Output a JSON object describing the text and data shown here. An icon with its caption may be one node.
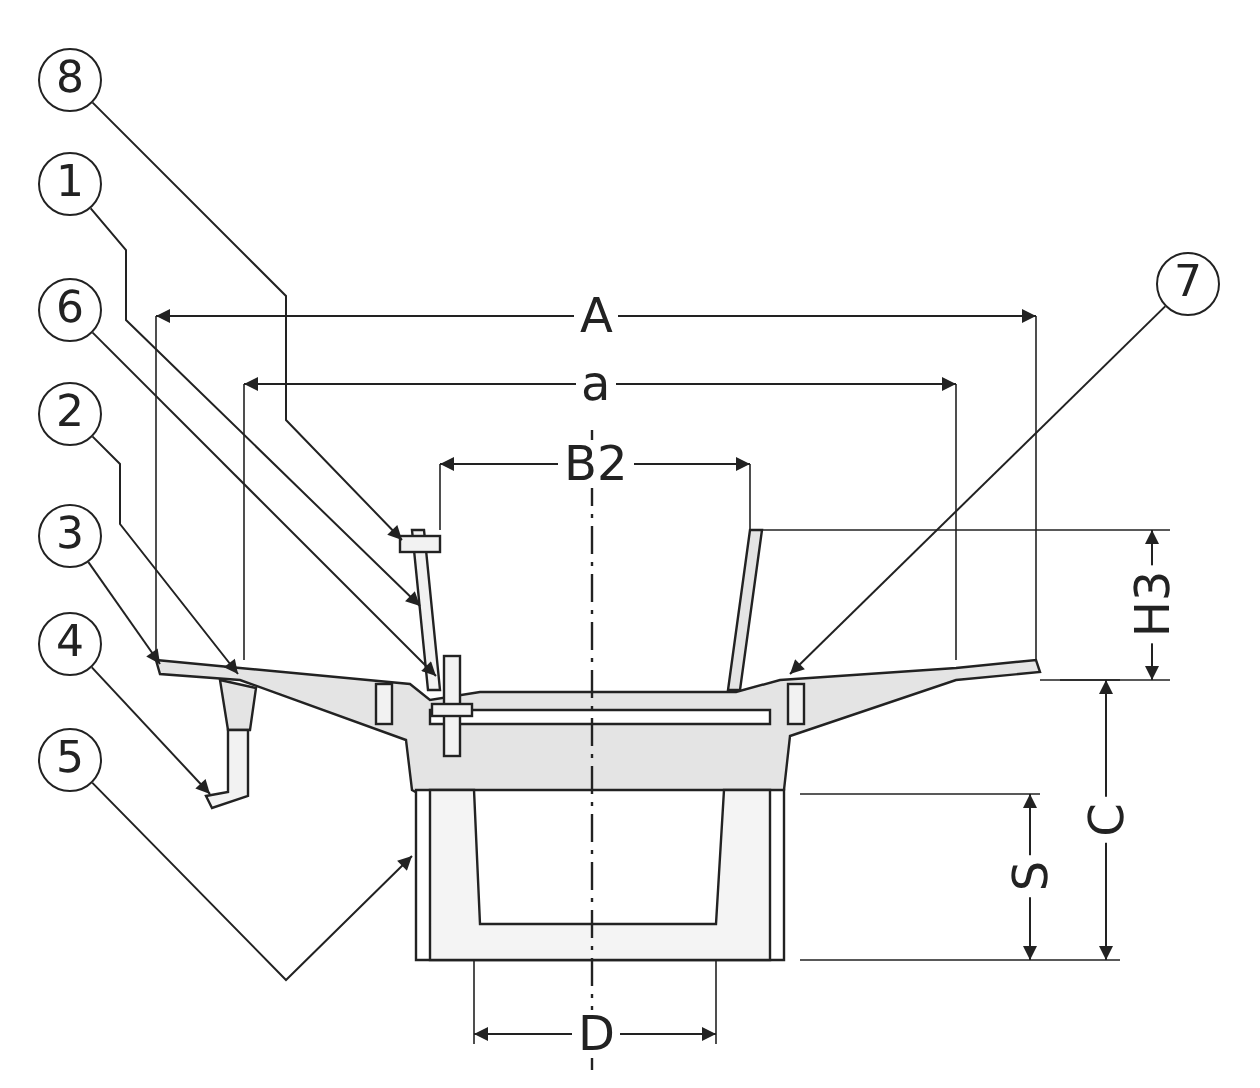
{
  "diagram": {
    "nodes": [
      {
        "text": [
          "8"
        ]
      },
      {
        "text": [
          "1"
        ]
      },
      {
        "text": [
          "6"
        ]
      },
      {
        "text": [
          "2"
        ]
      },
      {
        "text": [
          "3"
        ]
      },
      {
        "text": [
          "4"
        ]
      },
      {
        "text": [
          "5"
        ]
      },
      {
        "text": [
          "7"
        ]
      }
    ],
    "edges": [
      {
        "from": 0,
        "to": null,
        "arrow": "to"
      },
      {
        "from": 1,
        "to": null,
        "arrow": "to"
      },
      {
        "from": 2,
        "to": null,
        "arrow": "to"
      },
      {
        "from": 3,
        "to": null,
        "arrow": "to"
      },
      {
        "from": 4,
        "to": null,
        "arrow": "to"
      },
      {
        "from": 5,
        "to": null,
        "arrow": "to"
      },
      {
        "from": 6,
        "to": null,
        "arrow": "to"
      },
      {
        "from": 7,
        "to": null,
        "arrow": "to"
      }
    ],
    "labels": [
      "A",
      "a",
      "B2",
      "H3",
      "C",
      "S",
      "D"
    ]
  }
}
